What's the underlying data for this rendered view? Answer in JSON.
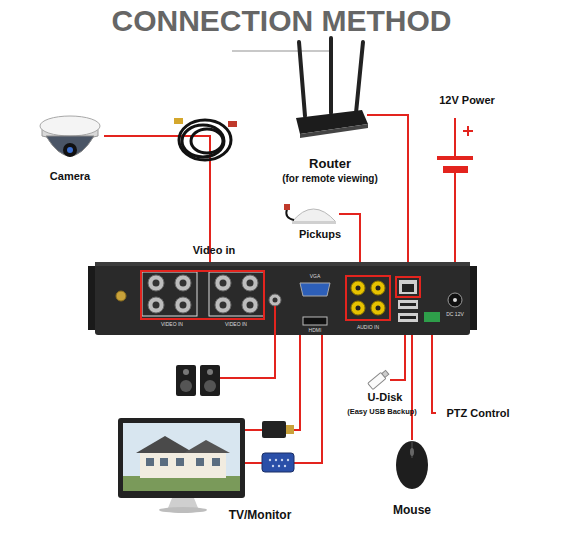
{
  "diagram": {
    "title": "CONNECTION METHOD",
    "nodes": [
      {
        "text": [
          "Camera"
        ]
      },
      {
        "text": [
          "Router",
          "(for remote viewing)"
        ]
      },
      {
        "text": [
          "12V Power"
        ]
      },
      {
        "text": [
          "Pickups"
        ]
      },
      {
        "text": [
          "VIDEO IN",
          "VIDEO IN",
          "VGA",
          "HDMI",
          "AUDIO IN",
          "DC 12V"
        ]
      },
      {
        "text": [
          "Video in"
        ],
        "in": 4
      },
      {
        "text": [
          "TV/Monitor"
        ]
      },
      {
        "text": [
          "U-Disk",
          "(Easy USB Backup)"
        ]
      },
      {
        "text": [
          "PTZ Control"
        ]
      },
      {
        "text": [
          "Mouse"
        ]
      }
    ],
    "edges": [
      {
        "from": 0,
        "to": 5,
        "arrow": "none"
      },
      {
        "from": 1,
        "to": 4,
        "arrow": "none"
      },
      {
        "from": 2,
        "to": 4,
        "arrow": "none"
      },
      {
        "from": 3,
        "to": 4,
        "arrow": "none"
      },
      {
        "from": 6,
        "to": 4,
        "arrow": "none"
      },
      {
        "from": 6,
        "to": 4,
        "arrow": "none"
      },
      {
        "from": 7,
        "to": 4,
        "arrow": "none"
      },
      {
        "from": 8,
        "to": 4,
        "arrow": "none"
      },
      {
        "from": 9,
        "to": 4,
        "arrow": "none"
      }
    ]
  }
}
